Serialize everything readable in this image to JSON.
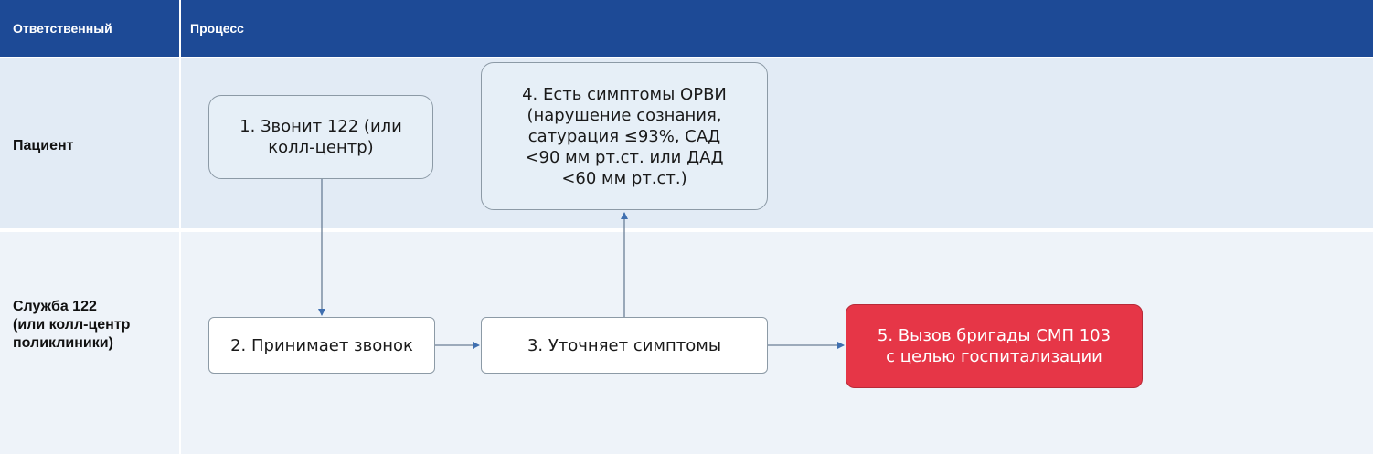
{
  "header": {
    "responsible": "Ответственный",
    "process": "Процесс"
  },
  "lanes": {
    "patient": "Пациент",
    "service": "Служба 122\n(или колл-центр\nполиклиники)"
  },
  "boxes": {
    "step1": "1. Звонит 122 (или\nколл-центр)",
    "step2": "2. Принимает звонок",
    "step3": "3. Уточняет симптомы",
    "step4": "4. Есть симптомы ОРВИ\n(нарушение сознания,\nсатурация ≤93%, САД\n<90 мм рт.ст. или ДАД\n<60 мм рт.ст.)",
    "step5": "5. Вызов бригады СМП 103\nс целью госпитализации"
  },
  "colors": {
    "header": "#1d4a96",
    "lane_patient": "#e2ebf5",
    "lane_service": "#eef3f9",
    "alert_box": "#e63647",
    "arrow": "#3f6fb0"
  }
}
